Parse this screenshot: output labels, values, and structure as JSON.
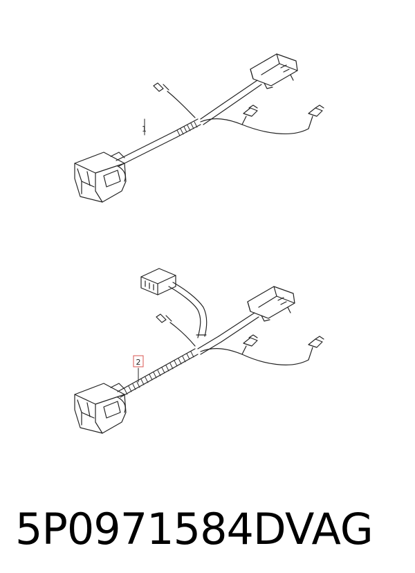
{
  "callouts": {
    "top": "1",
    "bottom": "2"
  },
  "footer": {
    "part_number": "5P0971584D",
    "brand": "VAG"
  },
  "colors": {
    "line": "#222222",
    "callout_box": "#d9534f"
  }
}
